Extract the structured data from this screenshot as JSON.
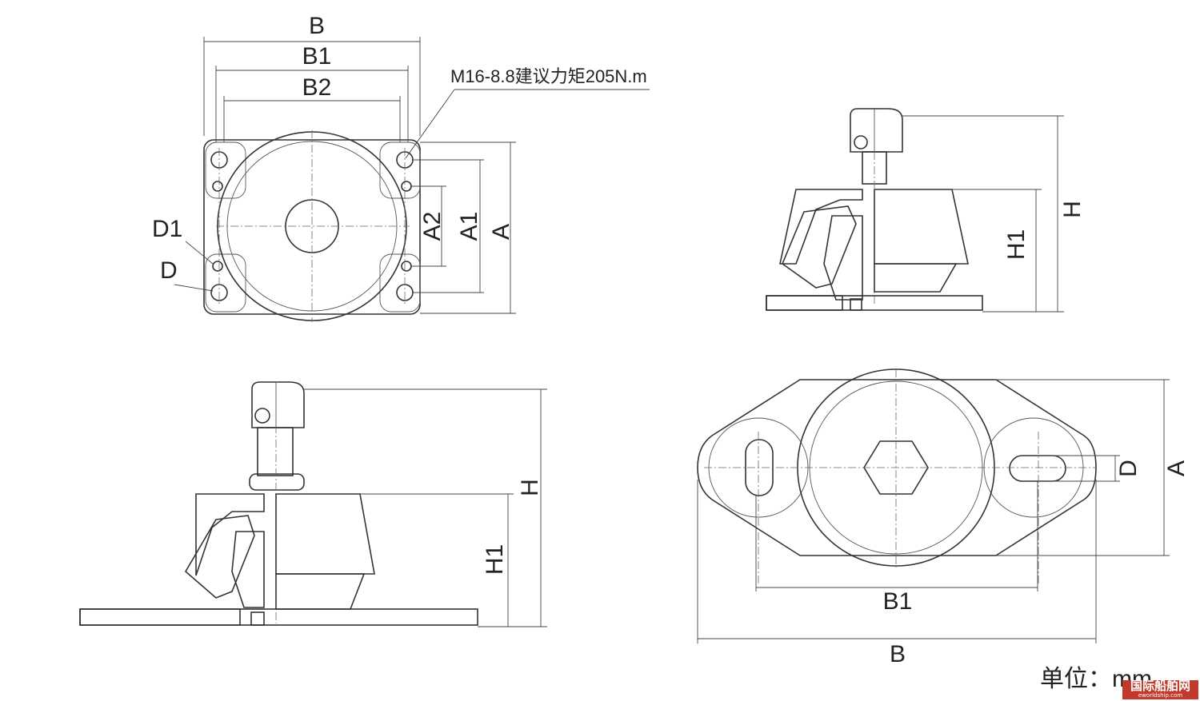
{
  "top_left_view": {
    "dim_b": "B",
    "dim_b1": "B1",
    "dim_b2": "B2",
    "dim_a": "A",
    "dim_a1": "A1",
    "dim_a2": "A2",
    "dim_d1": "D1",
    "dim_d": "D",
    "bolt_note": "M16-8.8建议力矩205N.m"
  },
  "top_right_view": {
    "dim_h": "H",
    "dim_h1": "H1"
  },
  "bottom_left_view": {
    "dim_h": "H",
    "dim_h1": "H1"
  },
  "bottom_right_view": {
    "dim_b1": "B1",
    "dim_b": "B",
    "dim_d": "D",
    "dim_a": "A"
  },
  "unit": {
    "label": "单位：",
    "value": "mm"
  },
  "watermark": {
    "name": "国际船舶网",
    "url": "eworldship.com"
  },
  "colors": {
    "line": "#333333",
    "watermark_bg": "#c0392b"
  }
}
